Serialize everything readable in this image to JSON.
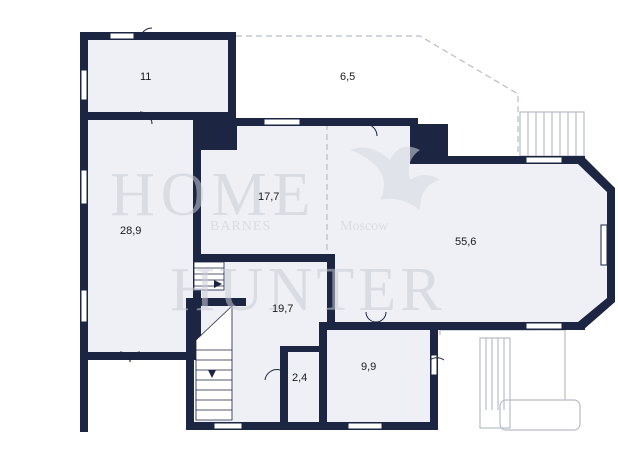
{
  "plan": {
    "rooms": [
      {
        "id": "room-11",
        "area": "11"
      },
      {
        "id": "room-6-5",
        "area": "6,5"
      },
      {
        "id": "room-28-9",
        "area": "28,9"
      },
      {
        "id": "room-17-7",
        "area": "17,7"
      },
      {
        "id": "room-55-6",
        "area": "55,6"
      },
      {
        "id": "room-19-7",
        "area": "19,7"
      },
      {
        "id": "room-2-4",
        "area": "2,4"
      },
      {
        "id": "room-9-9",
        "area": "9,9"
      }
    ],
    "colors": {
      "wall": "#1c2541",
      "floor": "#eef0f5",
      "outline": "#b8bcc6",
      "window": "#ffffff"
    }
  },
  "watermark": {
    "line1": "HOME",
    "line2": "HUNTER",
    "partner": "BARNES",
    "city": "Moscow"
  }
}
